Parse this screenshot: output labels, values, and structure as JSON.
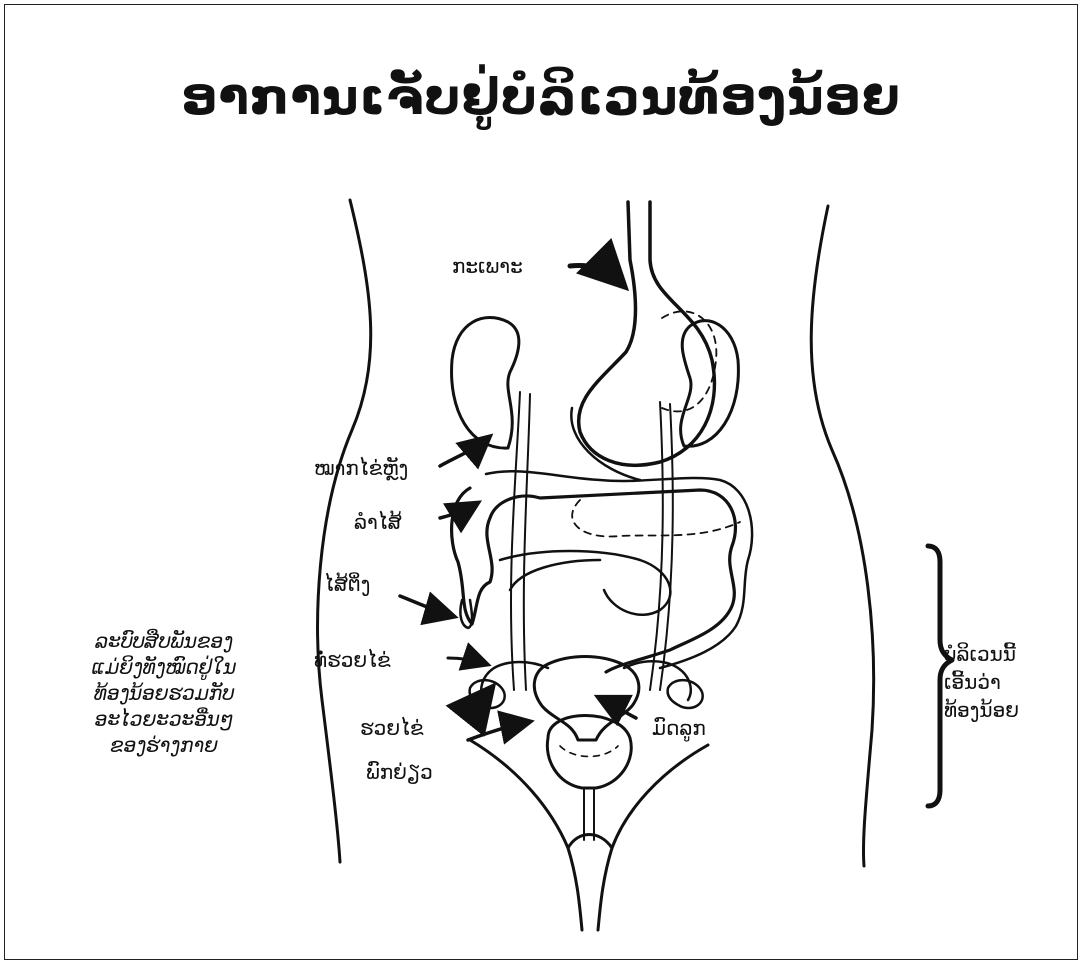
{
  "title": "ອາການເຈັບຢູ່ບໍລິເວນທ້ອງນ້ອຍ",
  "labels": {
    "stomach": "ກະເພາະ",
    "kidney": "ໝາກໄຂ່ຫຼັງ",
    "intestine": "ລຳໄສ້",
    "appendix": "ໄສ້ຕິ່ງ",
    "fallopian_tube": "ທໍ່ຮວຍໄຂ່",
    "ovary": "ຮວຍໄຂ່",
    "bladder": "ພົກຍ່ຽວ",
    "uterus": "ມົດລູກ"
  },
  "left_note": [
    "ລະບົບສືບພັນຂອງ",
    "ແມ່ຍິງທັງໝົດຢູ່ໃນ",
    "ທ້ອງນ້ອຍຮວມກັບ",
    "ອະໄວຍະວະອື່ນໆ",
    "ຂອງຮ່າງກາຍ"
  ],
  "right_note": [
    "ບໍລິເວນນີ້",
    "ເອີ້ນວ່າ",
    "ທ້ອງນ້ອຍ"
  ]
}
